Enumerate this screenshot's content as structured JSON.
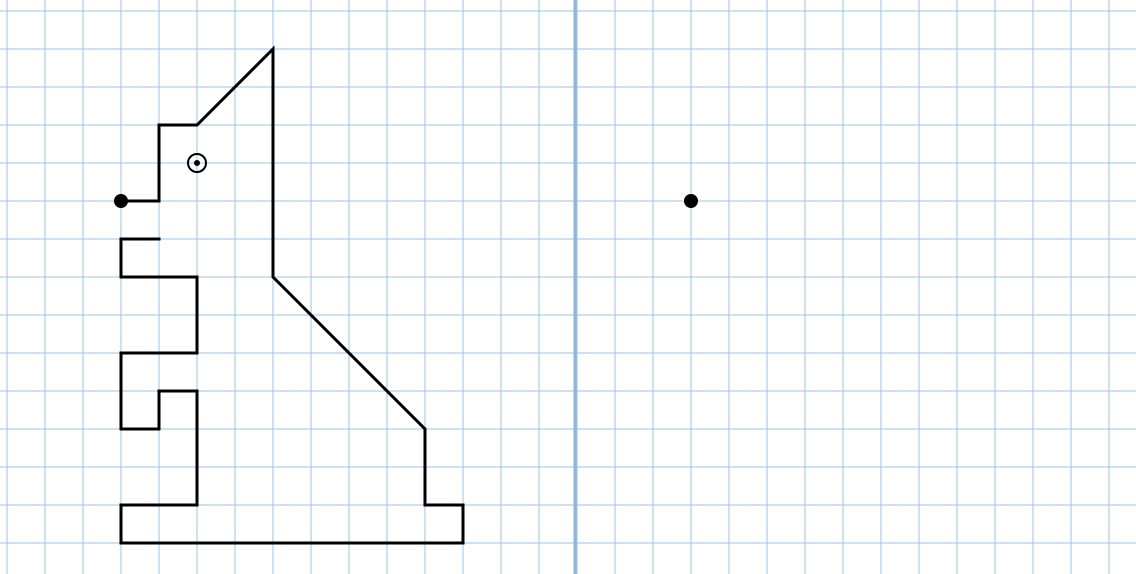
{
  "worksheet": {
    "paper_color": "#ffffff",
    "grid_color": "#9ec3e6",
    "divider_color": "#8fb6dd",
    "ink_color": "#000000",
    "cols": 30,
    "rows": 15,
    "divider_col": 15,
    "left_panel": {
      "name": "cat-figure",
      "start_point": [
        0,
        5
      ],
      "outline": [
        [
          0,
          5
        ],
        [
          1,
          5
        ],
        [
          1,
          3
        ],
        [
          2,
          3
        ],
        [
          4,
          1
        ],
        [
          4,
          7
        ],
        [
          8,
          11
        ],
        [
          8,
          13
        ],
        [
          9,
          13
        ],
        [
          9,
          14
        ],
        [
          0,
          14
        ],
        [
          0,
          13
        ],
        [
          2,
          13
        ],
        [
          2,
          10
        ],
        [
          1,
          10
        ],
        [
          1,
          11
        ],
        [
          0,
          11
        ],
        [
          0,
          9
        ],
        [
          2,
          9
        ],
        [
          2,
          7
        ],
        [
          0,
          7
        ],
        [
          0,
          6
        ],
        [
          1,
          6
        ]
      ],
      "eye": [
        2,
        4
      ]
    },
    "right_panel": {
      "name": "mirror-start",
      "start_point": [
        15,
        5
      ]
    }
  }
}
